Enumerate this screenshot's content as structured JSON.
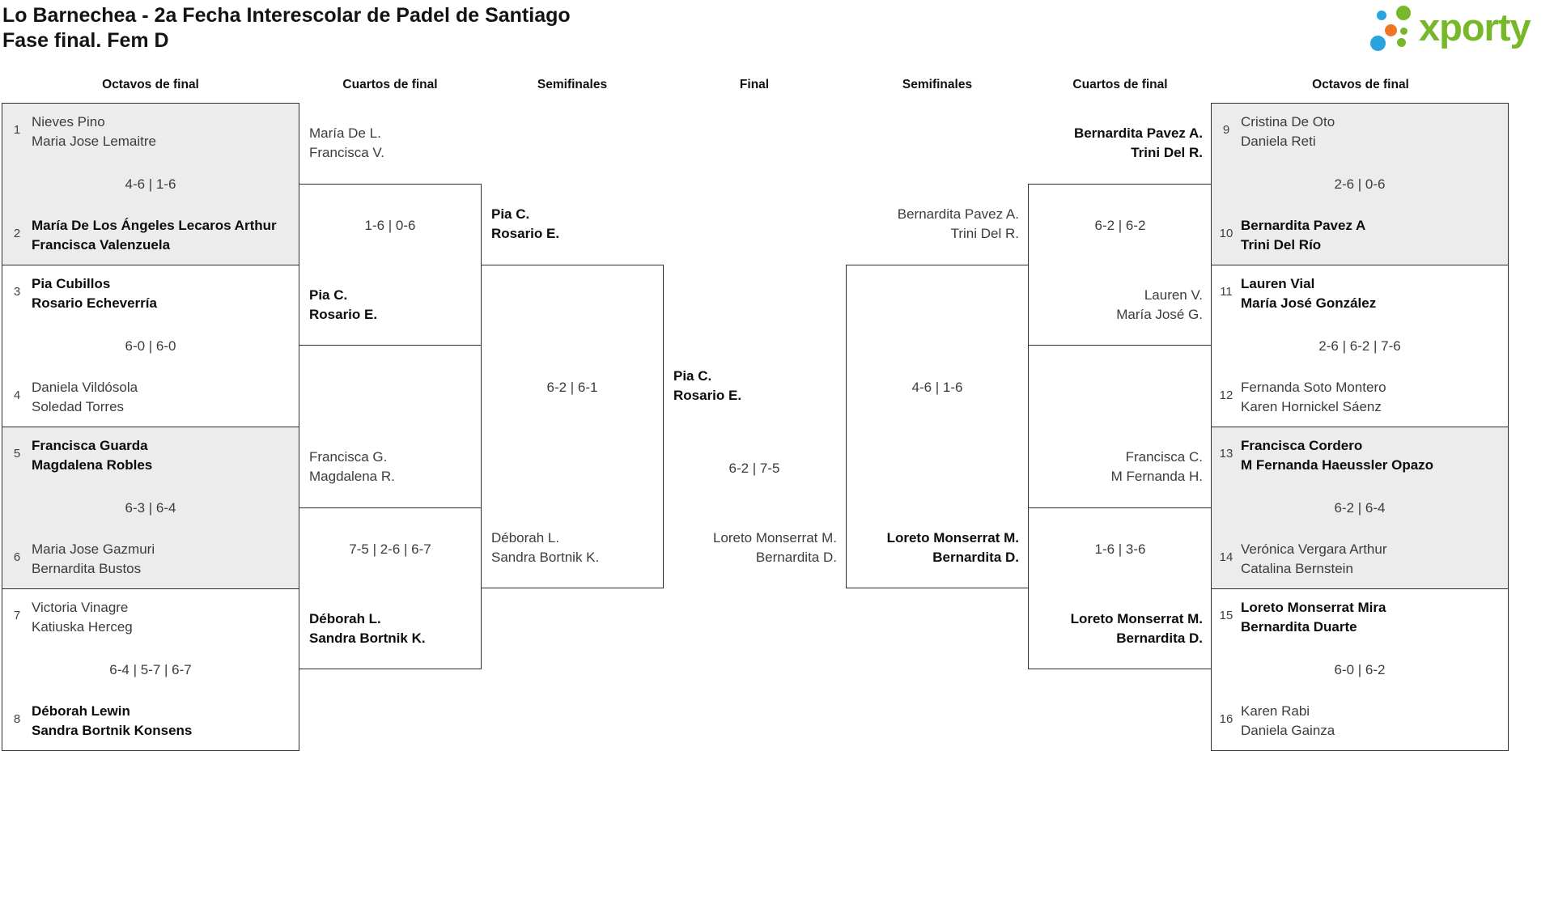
{
  "title": {
    "line1": "Lo Barnechea - 2a Fecha Interescolar de Padel de Santiago",
    "line2": "Fase final. Fem D"
  },
  "logo": {
    "brand": "xporty"
  },
  "headers": {
    "ofl": "Octavos de final",
    "qfl": "Cuartos de final",
    "sfl": "Semifinales",
    "final": "Final",
    "sfr": "Semifinales",
    "qfr": "Cuartos de final",
    "ofr": "Octavos de final"
  },
  "bracket": {
    "of1": {
      "seed_a": "1",
      "a1": "Nieves Pino",
      "a2": "Maria Jose Lemaitre",
      "score": "4-6 | 1-6",
      "seed_b": "2",
      "b1": "María De Los Ángeles Lecaros Arthur",
      "b2": "Francisca Valenzuela"
    },
    "of2": {
      "seed_a": "3",
      "a1": "Pia Cubillos",
      "a2": "Rosario Echeverría",
      "score": "6-0 | 6-0",
      "seed_b": "4",
      "b1": "Daniela Vildósola",
      "b2": "Soledad Torres"
    },
    "of3": {
      "seed_a": "5",
      "a1": "Francisca Guarda",
      "a2": "Magdalena Robles",
      "score": "6-3 | 6-4",
      "seed_b": "6",
      "b1": "Maria Jose Gazmuri",
      "b2": "Bernardita Bustos"
    },
    "of4": {
      "seed_a": "7",
      "a1": "Victoria Vinagre",
      "a2": "Katiuska Herceg",
      "score": "6-4 | 5-7 | 6-7",
      "seed_b": "8",
      "b1": "Déborah Lewin",
      "b2": "Sandra Bortnik Konsens"
    },
    "of5": {
      "seed_a": "9",
      "a1": "Cristina De Oto",
      "a2": "Daniela Reti",
      "score": "2-6 | 0-6",
      "seed_b": "10",
      "b1": "Bernardita Pavez A",
      "b2": "Trini Del Río"
    },
    "of6": {
      "seed_a": "11",
      "a1": "Lauren Vial",
      "a2": "María José González",
      "score": "2-6 | 6-2 | 7-6",
      "seed_b": "12",
      "b1": "Fernanda Soto Montero",
      "b2": "Karen Hornickel Sáenz"
    },
    "of7": {
      "seed_a": "13",
      "a1": "Francisca Cordero",
      "a2": "M Fernanda Haeussler Opazo",
      "score": "6-2 | 6-4",
      "seed_b": "14",
      "b1": "Verónica Vergara Arthur",
      "b2": "Catalina Bernstein"
    },
    "of8": {
      "seed_a": "15",
      "a1": "Loreto Monserrat Mira",
      "a2": "Bernardita Duarte",
      "score": "6-0 | 6-2",
      "seed_b": "16",
      "b1": "Karen Rabi",
      "b2": "Daniela Gainza"
    },
    "qf1": {
      "a1": "María De L.",
      "a2": "Francisca V.",
      "score": "1-6 | 0-6",
      "b1": "Pia C.",
      "b2": "Rosario E."
    },
    "qf2": {
      "a1": "Francisca G.",
      "a2": "Magdalena R.",
      "score": "7-5 | 2-6 | 6-7",
      "b1": "Déborah L.",
      "b2": "Sandra Bortnik K."
    },
    "qf3": {
      "a1": "Bernardita Pavez A.",
      "a2": "Trini Del R.",
      "score": "6-2 | 6-2",
      "b1": "Lauren V.",
      "b2": "María José G."
    },
    "qf4": {
      "a1": "Francisca C.",
      "a2": "M Fernanda H.",
      "score": "1-6 | 3-6",
      "b1": "Loreto Monserrat M.",
      "b2": "Bernardita D."
    },
    "sf1": {
      "a1": "Pia C.",
      "a2": "Rosario E.",
      "score": "6-2 | 6-1",
      "b1": "Déborah L.",
      "b2": "Sandra Bortnik K."
    },
    "sf2": {
      "a1": "Bernardita Pavez A.",
      "a2": "Trini Del R.",
      "score": "4-6 | 1-6",
      "b1": "Loreto Monserrat M.",
      "b2": "Bernardita D."
    },
    "fin": {
      "a1": "Pia C.",
      "a2": "Rosario E.",
      "score": "6-2 | 7-5",
      "b1": "Loreto Monserrat M.",
      "b2": "Bernardita D."
    }
  },
  "colors": {
    "accent_green": "#76b82a",
    "accent_blue": "#29a5de",
    "accent_orange": "#ee7623",
    "box_gray": "#ececec",
    "border": "#2f2f2f"
  }
}
